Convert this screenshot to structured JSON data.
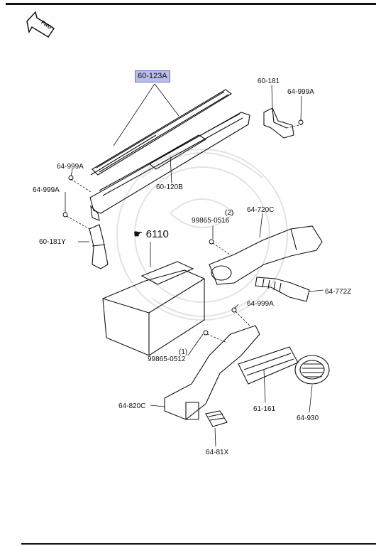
{
  "direction_arrow": {
    "label": "FWD",
    "icon": "fwd-arrow-icon"
  },
  "ref_index": {
    "label": "6110",
    "icon": "pointing-hand-icon"
  },
  "parts": [
    {
      "id": "p1",
      "label": "60-123A",
      "highlighted": true
    },
    {
      "id": "p2",
      "label": "60-181"
    },
    {
      "id": "p3",
      "label": "64-999A"
    },
    {
      "id": "p4",
      "label": "64-999A"
    },
    {
      "id": "p5",
      "label": "64-999A"
    },
    {
      "id": "p6",
      "label": "60-120B"
    },
    {
      "id": "p7",
      "label": "64-720C"
    },
    {
      "id": "p8",
      "label": "99865-0516",
      "qty": "(2)"
    },
    {
      "id": "p9",
      "label": "60-181Y"
    },
    {
      "id": "p10",
      "label": "64-772Z"
    },
    {
      "id": "p11",
      "label": "64-999A"
    },
    {
      "id": "p12",
      "label": "99865-0512",
      "qty": "(1)"
    },
    {
      "id": "p13",
      "label": "64-820C"
    },
    {
      "id": "p14",
      "label": "61-161"
    },
    {
      "id": "p15",
      "label": "64-930"
    },
    {
      "id": "p16",
      "label": "64-81X"
    }
  ],
  "colors": {
    "line": "#111111",
    "highlight": "#b9bde8",
    "highlight_border": "#6a6fc0",
    "watermark": "#e6e6e6"
  }
}
